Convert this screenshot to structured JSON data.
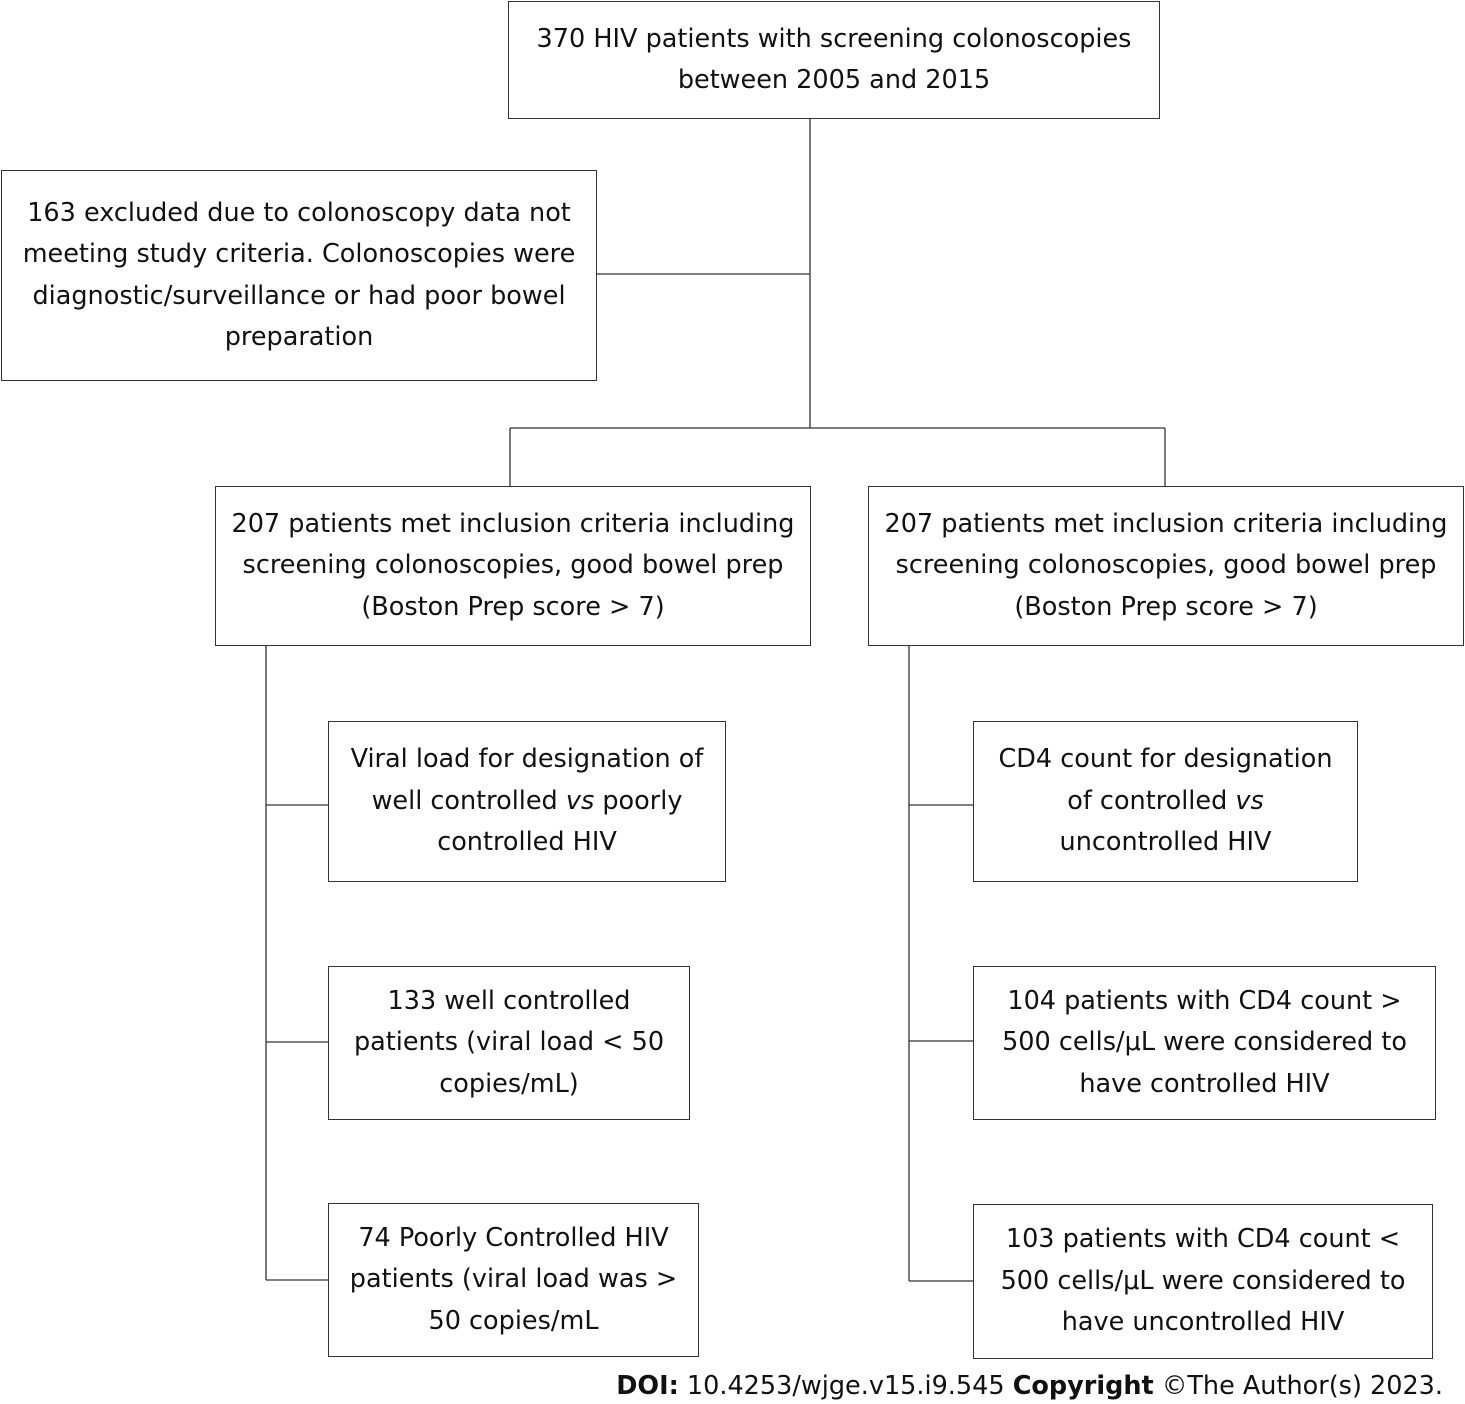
{
  "boxes": {
    "top": [
      "370 HIV patients with screening colonoscopies between 2005 and 2015"
    ],
    "excluded": [
      "163 excluded due to colonoscopy data not meeting study criteria. Colonoscopies were diagnostic/surveillance or had poor bowel preparation"
    ],
    "inclusion_left": [
      "207 patients met inclusion criteria including screening colonoscopies, good bowel prep (Boston Prep score > 7)"
    ],
    "inclusion_right": [
      "207 patients met inclusion criteria including screening colonoscopies, good bowel prep (Boston Prep score > 7)"
    ],
    "viral_load": [
      "Viral load for designation of well controlled ",
      "vs",
      " poorly controlled HIV"
    ],
    "well_controlled": [
      "133 well controlled patients (viral load < 50 copies/mL)"
    ],
    "poorly_controlled": [
      "74 Poorly Controlled HIV patients (viral load was > 50 copies/mL"
    ],
    "cd4_count": [
      "CD4 count for designation of controlled ",
      "vs",
      " uncontrolled HIV"
    ],
    "cd4_controlled": [
      "104 patients with CD4 count > 500 cells/μL were considered to have controlled HIV"
    ],
    "cd4_uncontrolled": [
      "103 patients with CD4 count < 500 cells/μL were considered to have uncontrolled HIV"
    ]
  },
  "footer": {
    "doi_label": "DOI:",
    "doi_value": " 10.4253/wjge.v15.i9.545 ",
    "copyright_label": "Copyright",
    "copyright_value": " ©The Author(s) 2023."
  }
}
